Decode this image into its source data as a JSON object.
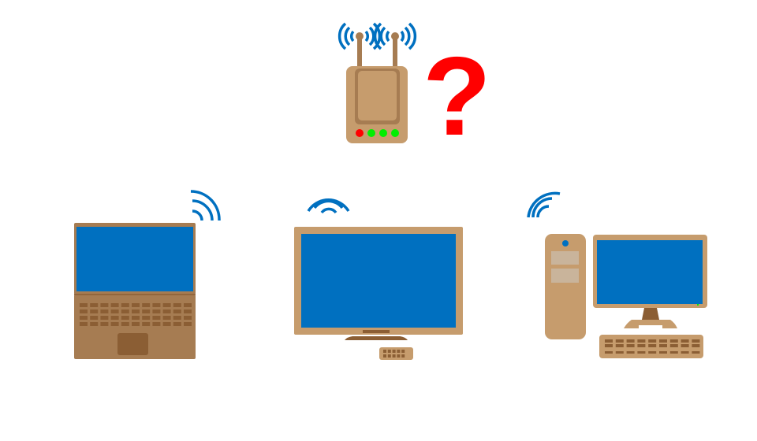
{
  "question_mark": "?",
  "colors": {
    "wifi": "#0070c0",
    "screen": "#0070c0",
    "tan": "#c69c6d",
    "dark_brown": "#8b5e34",
    "laptop_body": "#a67c52",
    "question": "#ff0000",
    "led_red": "#ff0000",
    "led_green": "#00ee00"
  },
  "router": {
    "leds": [
      "red",
      "green",
      "green",
      "green"
    ]
  }
}
